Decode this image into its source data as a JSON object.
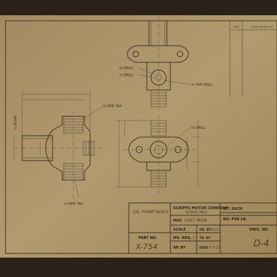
{
  "revision_header": {
    "mod": "MOD.",
    "place": "PLACE WHERE US"
  },
  "annotations": {
    "drill_a": "⅜ DRILL",
    "drill_b": "⅛ DRILL",
    "tap_drill": "⅝ TAP DRILL",
    "pipe_tap_top": "⅛ PIPE TAP",
    "pipe_tap_bottom": "⅛ PIPE TAP",
    "ream": "⅞ REAM",
    "drill_side": "⅜ DRILL"
  },
  "title_block": {
    "part_name": "OIL PUMP BODY",
    "company": "SCRIPPS MOTOR COMPANY",
    "city": "DETROIT, MICH.",
    "wt_each": "WT. EACH",
    "no_per_lb": "NO. PER LB.",
    "mat_label": "MAT.",
    "mat_value": "CAST IRON",
    "scale_label": "SCALE",
    "dr_by_label": "DR. BY",
    "dr_by_value": "N.E.H.",
    "dwg_no_label": "DWG. NO",
    "part_no_label": "PART NO.",
    "part_no_value": "X-754",
    "no_req_label": "NO. REQ.",
    "no_req_value": "1",
    "tr_by_label": "TR. BY",
    "ap_by_label": "AP. BY",
    "date_label": "DATE",
    "date_value": "5-7-15",
    "dwg_no_value": "D-4"
  }
}
